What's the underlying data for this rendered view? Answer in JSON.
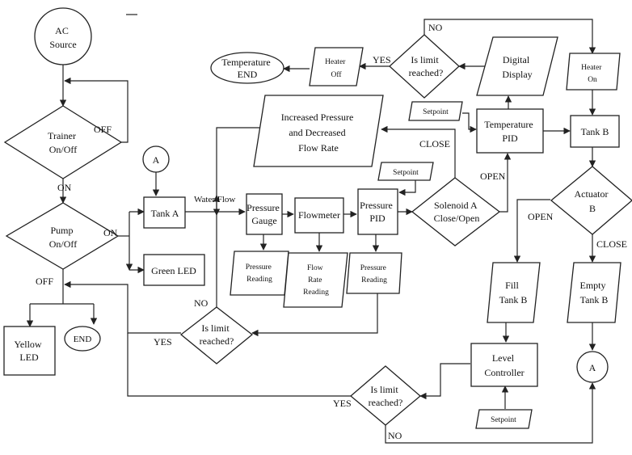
{
  "nodes": {
    "ac_source": [
      "AC",
      "Source"
    ],
    "trainer": [
      "Trainer",
      "On/Off"
    ],
    "pump": [
      "Pump",
      "On/Off"
    ],
    "yellow_led": [
      "Yellow",
      "LED"
    ],
    "end_left": [
      "END"
    ],
    "connector_a_top": [
      "A"
    ],
    "tank_a": [
      "Tank A"
    ],
    "green_led": [
      "Green LED"
    ],
    "pressure_gauge": [
      "Pressure",
      "Gauge"
    ],
    "flowmeter": [
      "Flowmeter"
    ],
    "pressure_pid": [
      "Pressure",
      "PID"
    ],
    "pressure_reading_1": [
      "Pressure",
      "Reading"
    ],
    "flow_rate_reading": [
      "Flow",
      "Rate",
      "Reading"
    ],
    "pressure_reading_2": [
      "Pressure",
      "Reading"
    ],
    "limit_left": [
      "Is limit",
      "reached?"
    ],
    "increased_pressure": [
      "Increased Pressure",
      "and Decreased",
      "Flow Rate"
    ],
    "setpoint_pressure": [
      "Setpoint"
    ],
    "solenoid": [
      "Solenoid A",
      "Close/Open"
    ],
    "setpoint_temp": [
      "Setpoint"
    ],
    "temperature_pid": [
      "Temperature",
      "PID"
    ],
    "digital_display": [
      "Digital",
      "Display"
    ],
    "limit_top": [
      "Is limit",
      "reached?"
    ],
    "heater_off": [
      "Heater",
      "Off"
    ],
    "temperature_end": [
      "Temperature",
      "END"
    ],
    "heater_on": [
      "Heater",
      "On"
    ],
    "tank_b": [
      "Tank B"
    ],
    "actuator_b": [
      "Actuator",
      "B"
    ],
    "fill_tank_b": [
      "Fill",
      "Tank B"
    ],
    "empty_tank_b": [
      "Empty",
      "Tank B"
    ],
    "level_controller": [
      "Level",
      "Controller"
    ],
    "setpoint_level": [
      "Setpoint"
    ],
    "limit_bottom": [
      "Is limit",
      "reached?"
    ],
    "connector_a_bottom": [
      "A"
    ]
  },
  "edge_labels": {
    "trainer_off": "OFF",
    "trainer_on": "ON",
    "pump_on": "ON",
    "pump_off": "OFF",
    "water_flow": "Water Flow",
    "limit_left_no": "NO",
    "limit_left_yes": "YES",
    "solenoid_close": "CLOSE",
    "solenoid_open": "OPEN",
    "limit_top_yes": "YES",
    "limit_top_no": "NO",
    "actuator_open": "OPEN",
    "actuator_close": "CLOSE",
    "limit_bottom_yes": "YES",
    "limit_bottom_no": "NO"
  }
}
